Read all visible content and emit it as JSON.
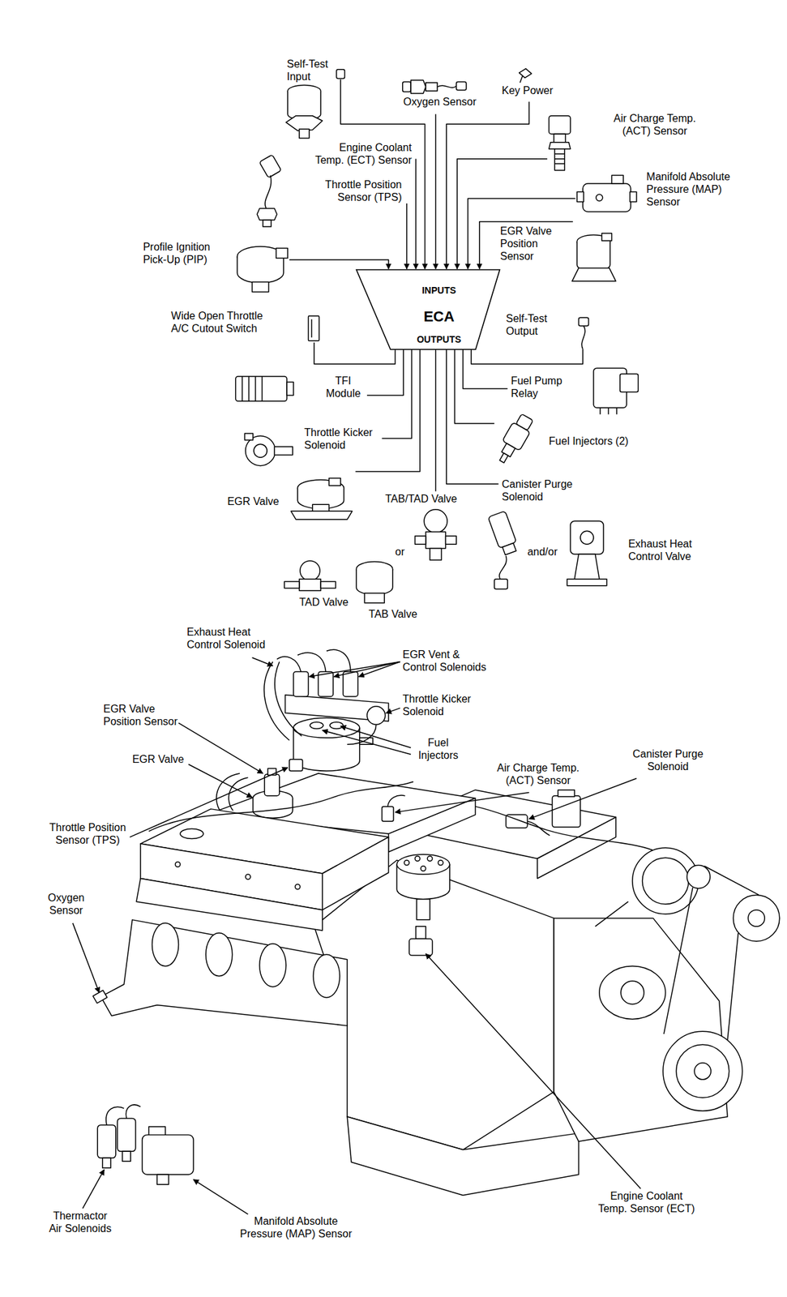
{
  "diagram": {
    "nodes": [
      {
        "text": [
          "INPUTS",
          "ECA",
          "OUTPUTS"
        ]
      }
    ],
    "labels": [
      "Self-Test Input",
      "Oxygen Sensor",
      "Key Power",
      "Air Charge Temp. (ACT) Sensor",
      "Engine Coolant Temp. (ECT) Sensor",
      "Throttle Position Sensor (TPS)",
      "Manifold Absolute Pressure (MAP) Sensor",
      "EGR Valve Position Sensor",
      "Profile Ignition Pick-Up (PIP)",
      "Wide Open Throttle A/C Cutout Switch",
      "Self-Test Output",
      "TFI Module",
      "Fuel Pump Relay",
      "Throttle Kicker Solenoid",
      "Fuel Injectors (2)",
      "EGR Valve",
      "TAB/TAD Valve",
      "Canister Purge Solenoid",
      "or",
      "and/or",
      "Exhaust Heat Control Valve",
      "TAD Valve",
      "TAB Valve",
      "Exhaust Heat Control Solenoid",
      "EGR Vent & Control Solenoids",
      "Throttle Kicker Solenoid",
      "EGR Valve Position Sensor",
      "EGR Valve",
      "Fuel Injectors",
      "Air Charge Temp. (ACT) Sensor",
      "Canister Purge Solenoid",
      "Throttle Position Sensor (TPS)",
      "Oxygen Sensor",
      "Engine Coolant Temp. Sensor (ECT)",
      "Thermactor Air Solenoids",
      "Manifold Absolute Pressure (MAP) Sensor"
    ]
  }
}
